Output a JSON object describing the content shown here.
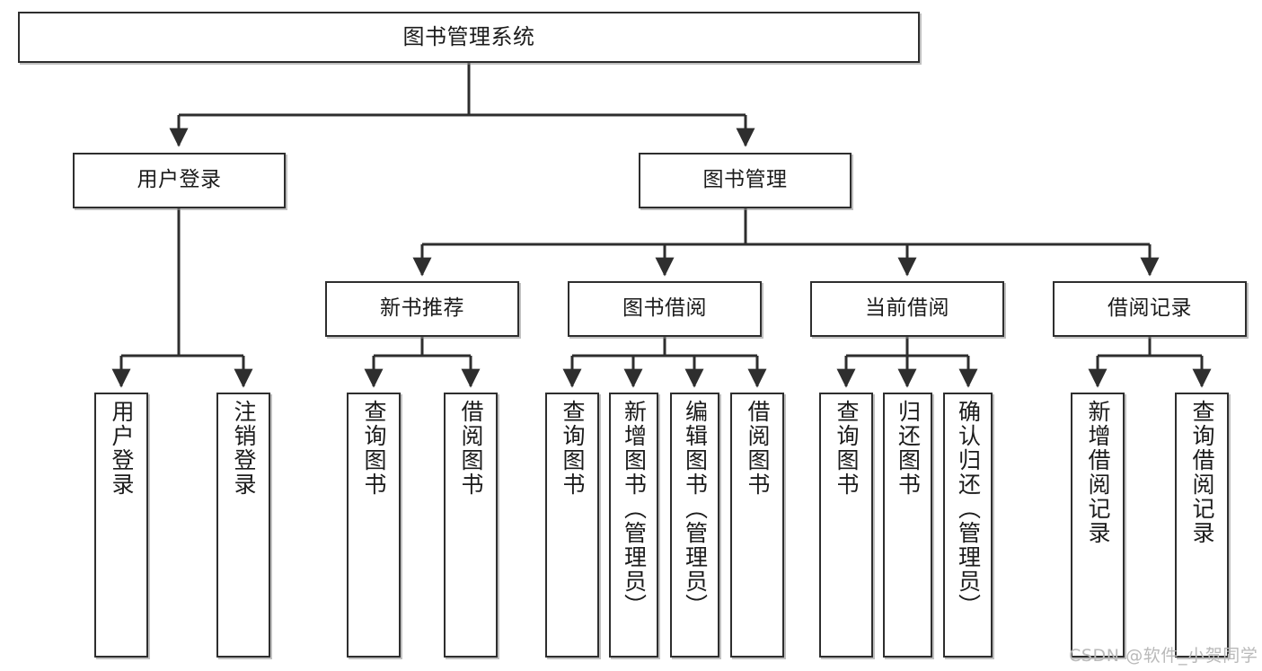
{
  "diagram": {
    "title": "图书管理系统",
    "watermark": "CSDN @软件_小贺同学",
    "colors": {
      "box_border": "#2e2e2e",
      "box_fill": "#ffffff",
      "edge": "#2e2e2e",
      "watermark": "#b9b9b9",
      "background": "#ffffff"
    },
    "root": {
      "label": "图书管理系统"
    },
    "level2": [
      {
        "label": "用户登录"
      },
      {
        "label": "图书管理"
      }
    ],
    "level3": [
      {
        "label": "新书推荐"
      },
      {
        "label": "图书借阅"
      },
      {
        "label": "当前借阅"
      },
      {
        "label": "借阅记录"
      }
    ],
    "leaves": {
      "user_login": [
        {
          "label": "用户登录"
        },
        {
          "label": "注销登录"
        }
      ],
      "new_book_recommend": [
        {
          "label": "查询图书"
        },
        {
          "label": "借阅图书"
        }
      ],
      "book_borrow": [
        {
          "label": "查询图书"
        },
        {
          "label": "新增图书（管理员）"
        },
        {
          "label": "编辑图书（管理员）"
        },
        {
          "label": "借阅图书"
        }
      ],
      "current_borrow": [
        {
          "label": "查询图书"
        },
        {
          "label": "归还图书"
        },
        {
          "label": "确认归还（管理员）"
        }
      ],
      "borrow_record": [
        {
          "label": "新增借阅记录"
        },
        {
          "label": "查询借阅记录"
        }
      ]
    }
  }
}
